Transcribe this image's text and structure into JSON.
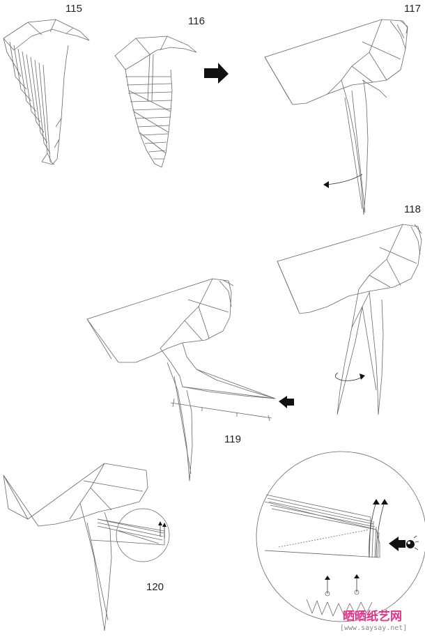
{
  "steps": [
    {
      "number": "115"
    },
    {
      "number": "116"
    },
    {
      "number": "117"
    },
    {
      "number": "118"
    },
    {
      "number": "119"
    },
    {
      "number": "120"
    }
  ],
  "watermark": {
    "site_name": "晒晒纸艺网",
    "url": "[www.saysay.net]"
  },
  "colors": {
    "line": "#555555",
    "arrow": "#111111",
    "watermark": "#e8308a"
  }
}
